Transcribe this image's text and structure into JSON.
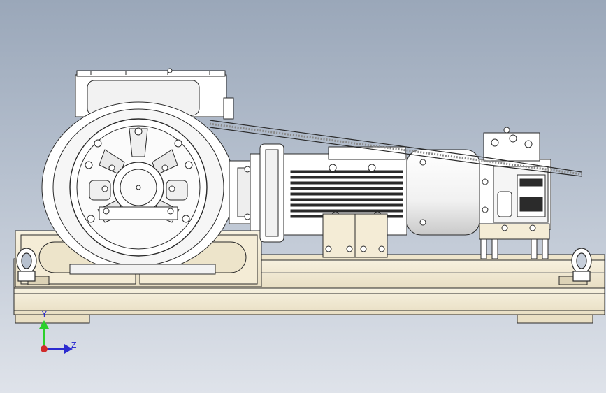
{
  "view": {
    "background_top": "#9aa7b9",
    "background_bottom": "#dfe3ea"
  },
  "colors": {
    "frame": "#f4ecd6",
    "outline": "#2a2a2a",
    "part": "#ffffff",
    "fins": "#2b2b2b"
  },
  "components": [
    "base-frame",
    "drum-housing",
    "cable-drum",
    "coupling",
    "electric-motor",
    "motor-support",
    "brake-unit",
    "wire-rope",
    "lifting-eye-left",
    "lifting-eye-right"
  ],
  "triad": {
    "y_label": "Y",
    "z_label": "Z",
    "y_color": "#2bd02b",
    "z_color": "#2b2bd0",
    "x_color": "#d02b2b"
  }
}
